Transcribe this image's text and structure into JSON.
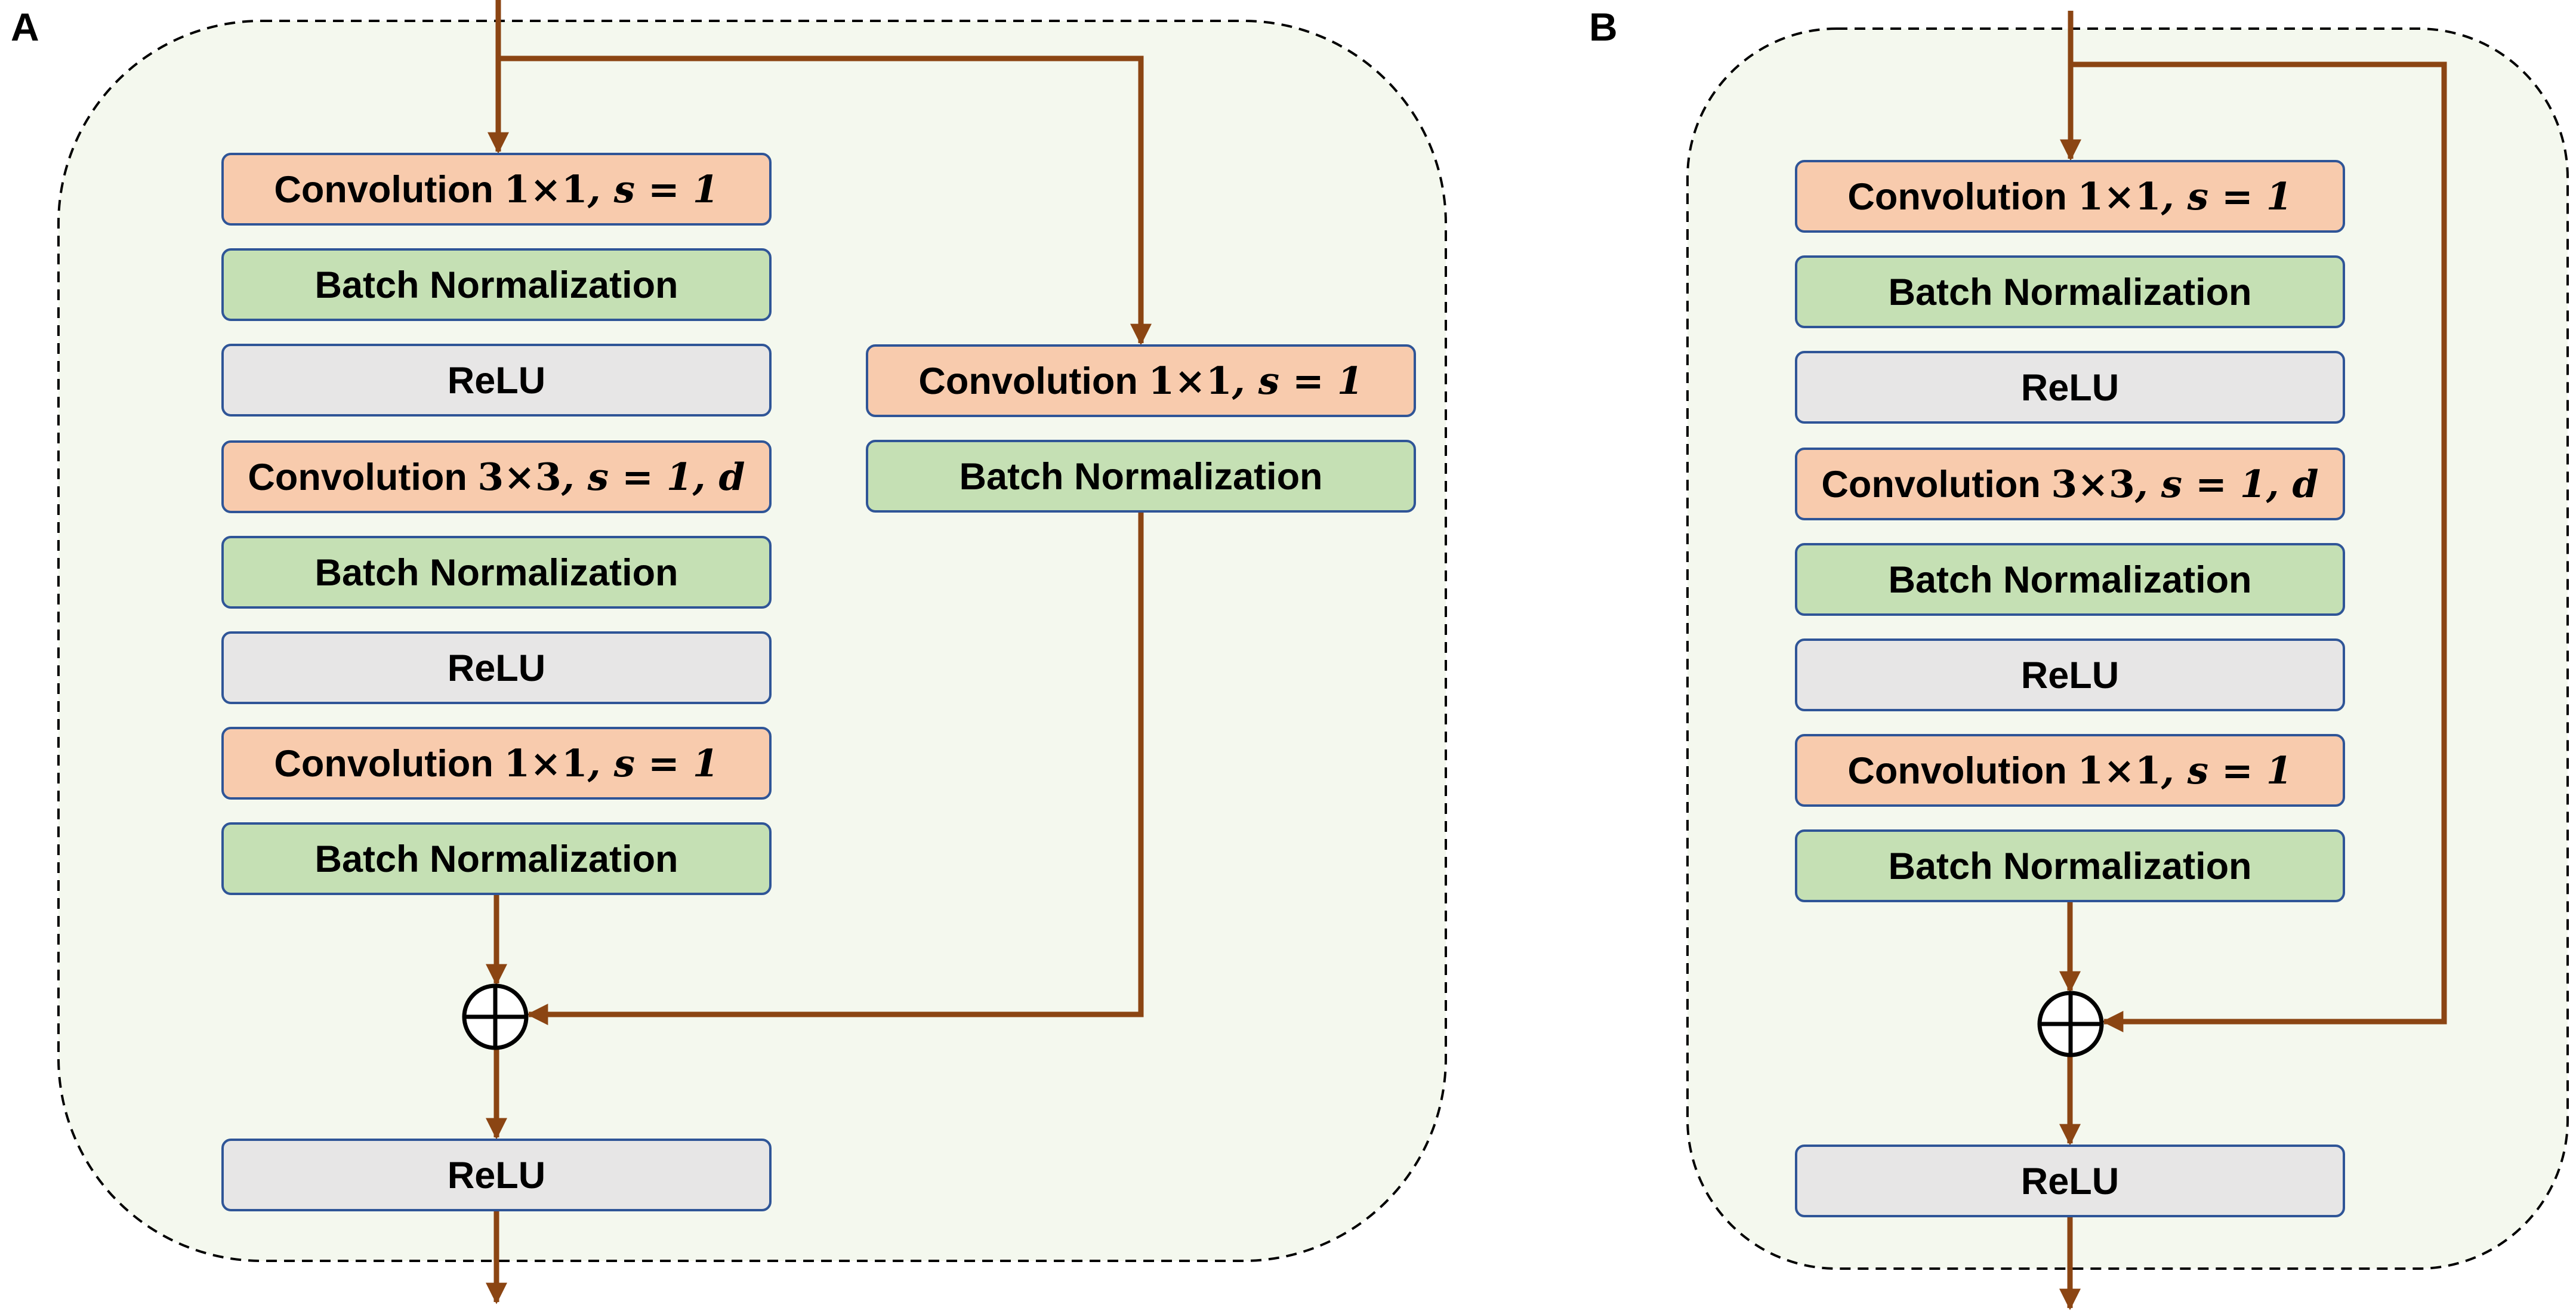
{
  "panels": [
    {
      "id": "A",
      "letter": "A",
      "main_path": [
        {
          "kind": "conv",
          "label": "Convolution",
          "kernel": "1×1",
          "params": ", s = 1"
        },
        {
          "kind": "bn",
          "label": "Batch Normalization"
        },
        {
          "kind": "relu",
          "label": "ReLU"
        },
        {
          "kind": "conv",
          "label": "Convolution",
          "kernel": "3×3",
          "params": ", s = 1, d"
        },
        {
          "kind": "bn",
          "label": "Batch Normalization"
        },
        {
          "kind": "relu",
          "label": "ReLU"
        },
        {
          "kind": "conv",
          "label": "Convolution",
          "kernel": "1×1",
          "params": ", s = 1"
        },
        {
          "kind": "bn",
          "label": "Batch Normalization"
        }
      ],
      "shortcut_path": [
        {
          "kind": "conv",
          "label": "Convolution",
          "kernel": "1×1",
          "params": ", s = 1"
        },
        {
          "kind": "bn",
          "label": "Batch Normalization"
        }
      ],
      "sum_symbol": "⊕",
      "output": {
        "kind": "relu",
        "label": "ReLU"
      }
    },
    {
      "id": "B",
      "letter": "B",
      "main_path": [
        {
          "kind": "conv",
          "label": "Convolution",
          "kernel": "1×1",
          "params": ", s = 1"
        },
        {
          "kind": "bn",
          "label": "Batch Normalization"
        },
        {
          "kind": "relu",
          "label": "ReLU"
        },
        {
          "kind": "conv",
          "label": "Convolution",
          "kernel": "3×3",
          "params": ", s = 1, d"
        },
        {
          "kind": "bn",
          "label": "Batch Normalization"
        },
        {
          "kind": "relu",
          "label": "ReLU"
        },
        {
          "kind": "conv",
          "label": "Convolution",
          "kernel": "1×1",
          "params": ", s = 1"
        },
        {
          "kind": "bn",
          "label": "Batch Normalization"
        }
      ],
      "shortcut_path": [],
      "sum_symbol": "⊕",
      "output": {
        "kind": "relu",
        "label": "ReLU"
      }
    }
  ],
  "colors": {
    "conv_fill": "#F8CBAD",
    "bn_fill": "#C5E0B4",
    "relu_fill": "#E7E6E6",
    "block_border": "#2F5597",
    "arrow": "#8B4513",
    "container_fill": "#F4F8EE",
    "container_border": "#000000"
  }
}
